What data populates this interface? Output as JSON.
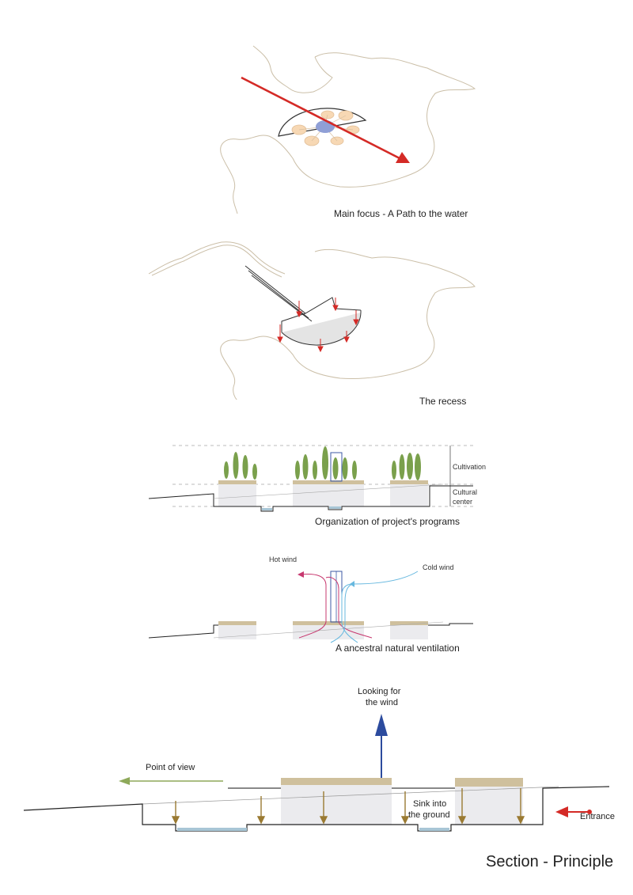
{
  "diagrams": {
    "main_focus": {
      "caption": "Main focus - A Path to the water"
    },
    "recess": {
      "caption": "The recess"
    },
    "programs": {
      "caption": "Organization of project's programs",
      "label_cultivation": "Cultivation",
      "label_cultural_line1": "Cultural",
      "label_cultural_line2": "center"
    },
    "ventilation": {
      "caption": "A ancestral natural ventilation",
      "hot_wind": "Hot wind",
      "cold_wind": "Cold wind"
    },
    "section": {
      "title": "Section - Principle",
      "looking_line1": "Looking for",
      "looking_line2": "the wind",
      "point_of_view": "Point of view",
      "sink_line1": "Sink into",
      "sink_line2": "the ground",
      "entrance": "Entrance"
    }
  },
  "colors": {
    "arrow_red": "#d42a26",
    "coast_line": "#c9bda8",
    "room_fill": "#f7d8b4",
    "water_blue": "#8f9fd6",
    "tree_green": "#7aa04c",
    "roof_tan": "#cfc09d",
    "volume_grey": "#ebebee",
    "hot_wind": "#c7386f",
    "cold_wind": "#67b8df",
    "wind_arrow_blue": "#2c4b9e",
    "view_arrow_green": "#8ea95a",
    "sink_arrow_brown": "#9a7a32",
    "pool_blue": "#a8c6d6"
  }
}
